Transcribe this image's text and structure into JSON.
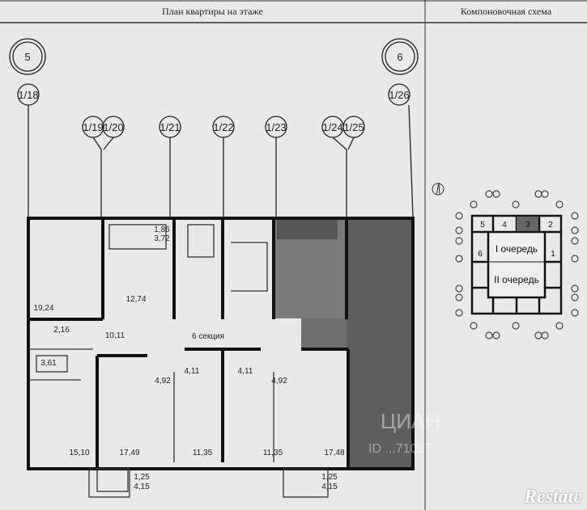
{
  "header": {
    "plan_title": "План квартиры на этаже",
    "scheme_title": "Компоновочная схема"
  },
  "axes": {
    "main_left": "5",
    "main_right": "6",
    "sub": [
      "1/18",
      "1/19",
      "1/20",
      "1/21",
      "1/22",
      "1/23",
      "1/24",
      "1/25",
      "1/26"
    ]
  },
  "plan": {
    "section_label": "6 секция",
    "areas": {
      "a1": "1,86",
      "a2": "3,72",
      "a3": "12,74",
      "a4": "19,24",
      "a5": "2,16",
      "a6": "10,11",
      "a7": "3,61",
      "a8": "4,11",
      "a9": "4,11",
      "a10": "4,92",
      "a11": "4,92",
      "a12": "15,10",
      "a13": "17,49",
      "a14": "11,35",
      "a15": "11,35",
      "a16": "17,48",
      "a17": "1,25",
      "a18": "4,15",
      "a19": "1,25",
      "a20": "4,15"
    }
  },
  "scheme": {
    "queue1": "I очередь",
    "queue2": "II очередь",
    "sections": [
      "5",
      "4",
      "3",
      "2",
      "6",
      "1"
    ],
    "highlighted_section": "3"
  },
  "watermark": {
    "brand": "Restate",
    "cian": "ЦИАН",
    "id": "ID ...71027"
  },
  "colors": {
    "highlight": "#666666",
    "shade": "#7a7a7a"
  }
}
